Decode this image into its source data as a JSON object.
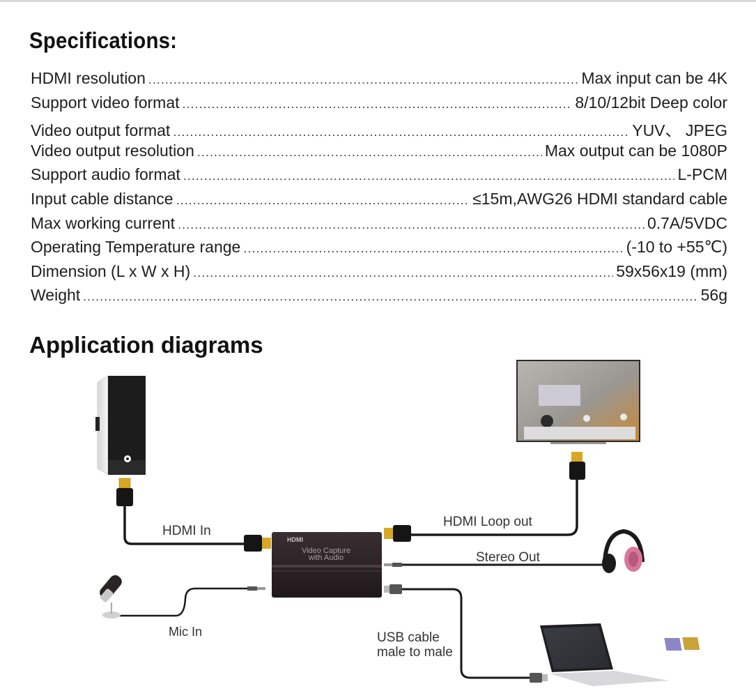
{
  "specifications": {
    "title": "Specifications:",
    "rows": [
      {
        "label": "HDMI resolution",
        "value": "Max input can be 4K"
      },
      {
        "label": "Support video format",
        "value": "8/10/12bit Deep color"
      },
      {
        "label": "Video output format",
        "value": "YUV、 JPEG"
      },
      {
        "label": "Video output resolution",
        "value": "Max output can be 1080P"
      },
      {
        "label": "Support audio format",
        "value": "L-PCM"
      },
      {
        "label": "Input cable distance",
        "value": "≤15m,AWG26 HDMI standard cable"
      },
      {
        "label": "Max working current",
        "value": "0.7A/5VDC"
      },
      {
        "label": "Operating Temperature range",
        "value": "(-10 to +55℃)"
      },
      {
        "label": "Dimension (L x W x H)",
        "value": "59x56x19 (mm)"
      },
      {
        "label": "Weight",
        "value": "56g"
      }
    ]
  },
  "application": {
    "title": "Application diagrams",
    "device": {
      "brand": "HDMI",
      "line1": "Video  Capture",
      "line2": "with Audio"
    },
    "labels": {
      "hdmi_in": "HDMI In",
      "hdmi_loop_out": "HDMI Loop out",
      "stereo_out": "Stereo Out",
      "mic_in": "Mic In",
      "usb_line1": "USB cable",
      "usb_line2": "male to male"
    },
    "colors": {
      "cable": "#1a1a1a",
      "connector_gold": "#d8a824",
      "device": "#2b2226",
      "headphone_pink": "#d9789a"
    }
  }
}
